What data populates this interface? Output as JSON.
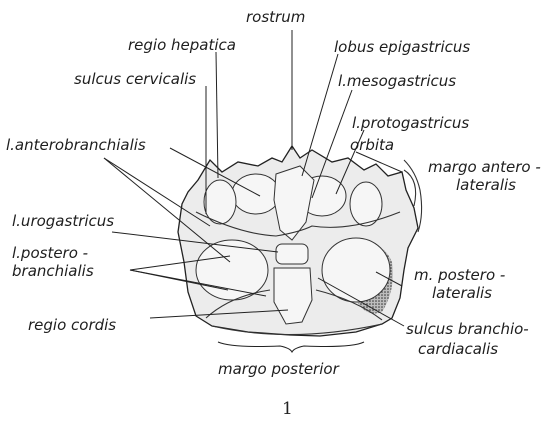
{
  "labels": {
    "rostrum": "rostrum",
    "regio_hepatica": "regio hepatica",
    "lobus_epigastricus": "lobus epigastricus",
    "sulcus_cervicalis": "sulcus cervicalis",
    "l_mesogastricus": "l.mesogastricus",
    "l_protogastricus": "l.protogastricus",
    "orbita": "orbita",
    "l_anterobranchialis": "l.anterobranchialis",
    "margo_anterolateralis_1": "margo antero -",
    "margo_anterolateralis_2": "lateralis",
    "l_urogastricus": "l.urogastricus",
    "l_posterobranchialis_1": "l.postero -",
    "l_posterobranchialis_2": "branchialis",
    "m_posterolateralis_1": "m. postero -",
    "m_posterolateralis_2": "lateralis",
    "regio_cordis": "regio cordis",
    "sulcus_branchiocardiacalis_1": "sulcus branchio-",
    "sulcus_branchiocardiacalis_2": "cardiacalis",
    "margo_posterior": "margo posterior"
  },
  "figure_number": "1"
}
